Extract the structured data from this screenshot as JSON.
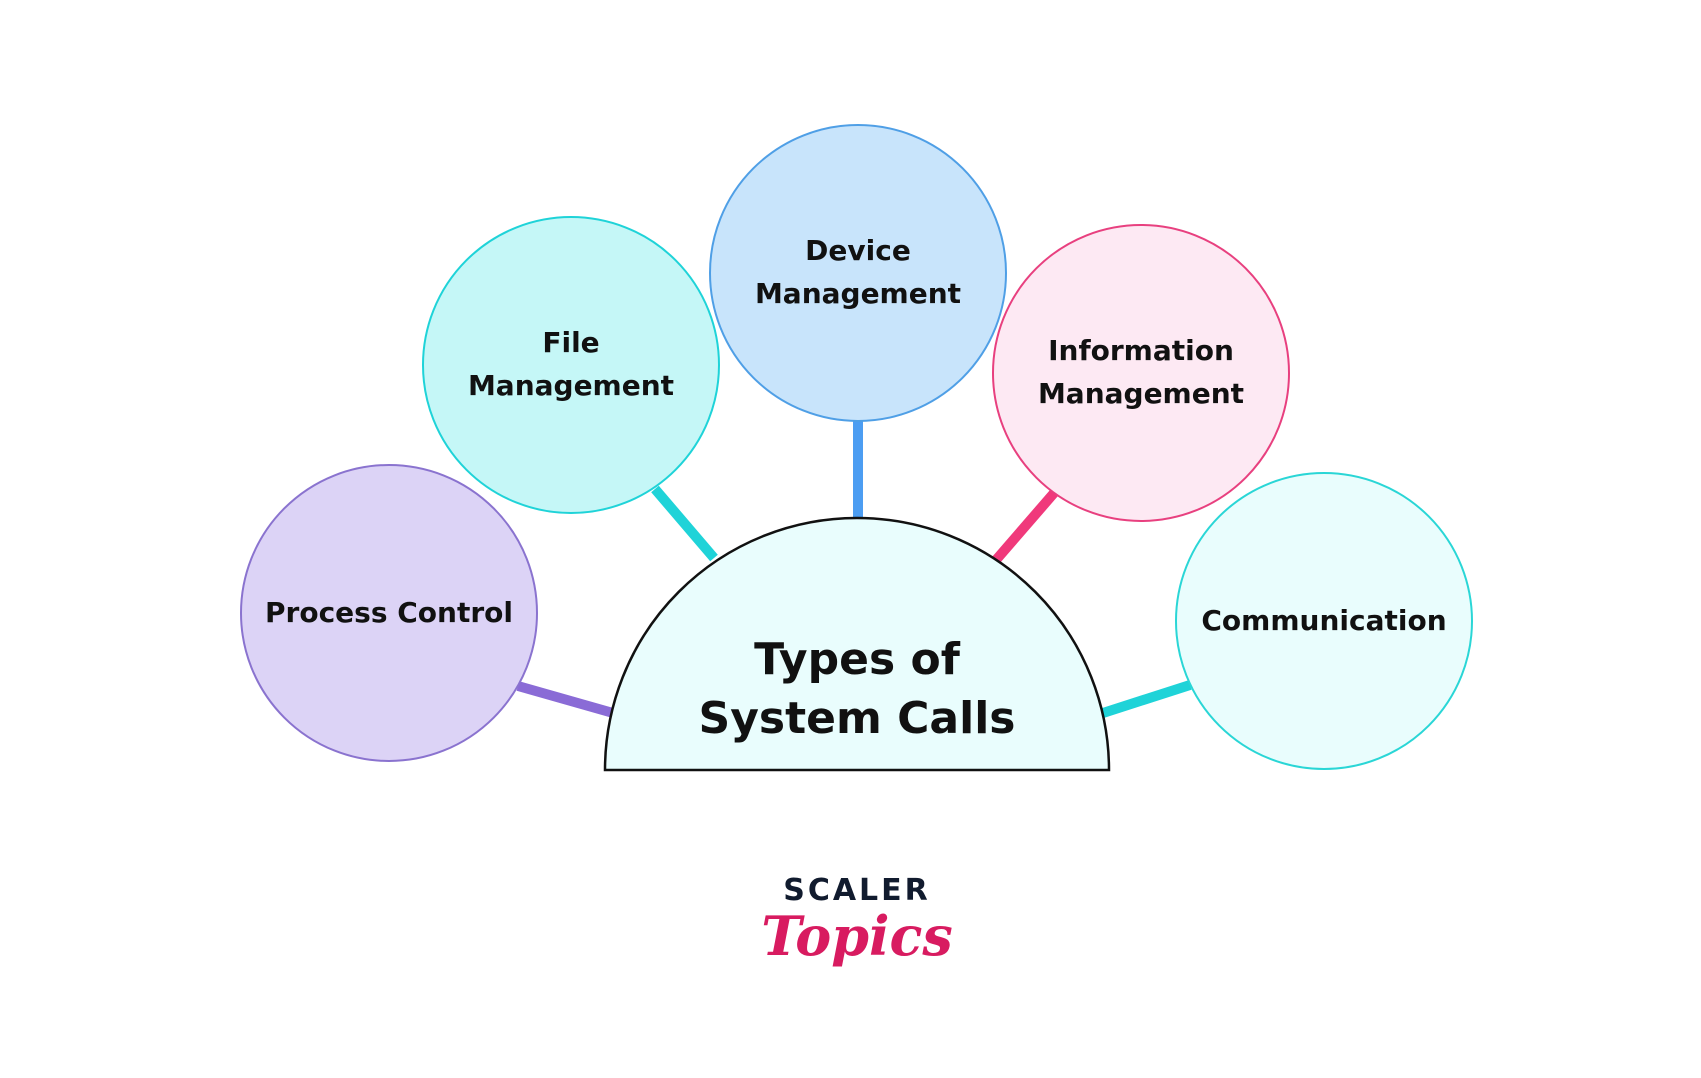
{
  "center": {
    "line1": "Types of",
    "line2": "System Calls",
    "fill": "#e9fdfd",
    "stroke": "#111111"
  },
  "nodes": [
    {
      "id": "process-control",
      "lines": [
        "Process Control"
      ],
      "fill": "#dcd3f6",
      "stroke": "#8a73cf",
      "connector": "#8a6bd6"
    },
    {
      "id": "file-management",
      "lines": [
        "File",
        "Management"
      ],
      "fill": "#c5f7f7",
      "stroke": "#1fd3d8",
      "connector": "#1fd3d8"
    },
    {
      "id": "device-management",
      "lines": [
        "Device",
        "Management"
      ],
      "fill": "#c8e4fb",
      "stroke": "#4f9fe6",
      "connector": "#4c9df2"
    },
    {
      "id": "information-management",
      "lines": [
        "Information",
        "Management"
      ],
      "fill": "#fde9f3",
      "stroke": "#e8407f",
      "connector": "#f0397b"
    },
    {
      "id": "communication",
      "lines": [
        "Communication"
      ],
      "fill": "#e9fdfd",
      "stroke": "#2ad6d6",
      "connector": "#1fd3d8"
    }
  ],
  "brand": {
    "top": "SCALER",
    "bottom": "Topics"
  }
}
